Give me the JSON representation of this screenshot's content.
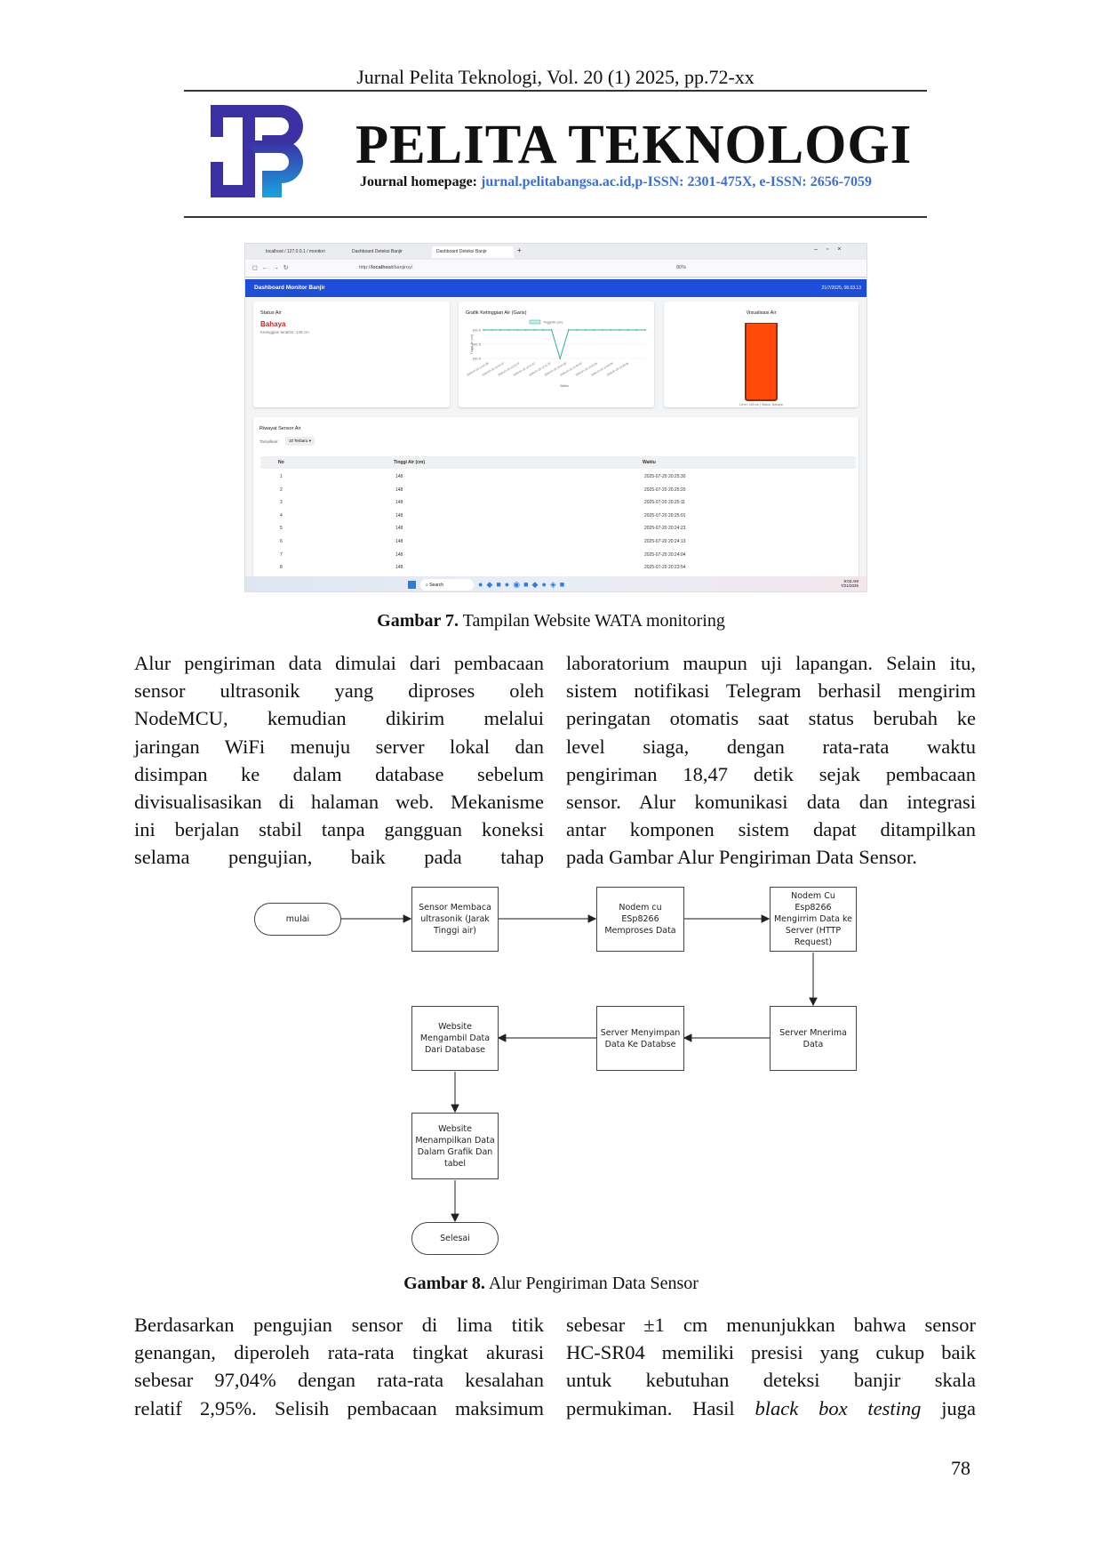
{
  "header": {
    "running_title": "Jurnal Pelita Teknologi, Vol. 20 (1) 2025,  pp.72-xx",
    "journal_name": "PELITA TEKNOLOGI",
    "homepage_label": "Journal homepage: ",
    "homepage_value": "jurnal.pelitabangsa.ac.id,p-ISSN: 2301-475X, e-ISSN: 2656-7059",
    "logo_text": "TB"
  },
  "figure7": {
    "caption_label": "Gambar 7.",
    "caption_text": " Tampilan Website WATA monitoring",
    "browser": {
      "tabs": [
        "localhost / 127.0.0.1 / monitori",
        "Dashboard Deteksi Banjir",
        "Dashboard Deteksi Banjir"
      ],
      "url_prefix": "http://",
      "url_host": "localhost",
      "url_path": "/banjiroy/",
      "zoom": "80%"
    },
    "app": {
      "title": "Dashboard Monitor Banjir",
      "datetime": "21/7/2025, 08.03.13",
      "status_card": {
        "title": "Status Air",
        "status": "Bahaya",
        "detail": "Ketinggian terakhir: 148 cm"
      },
      "chart_card": {
        "title": "Grafik Ketinggian Air (Garis)"
      },
      "visual_card": {
        "title": "Visualisasi Air",
        "caption": "Level: 148 cm | Status: Bahaya"
      },
      "history": {
        "title": "Riwayat Sensor Air",
        "show_label": "Tampilkan:",
        "show_value": "10 Terbaru",
        "headers": [
          "No",
          "Tinggi Air (cm)",
          "Waktu"
        ],
        "rows": [
          [
            "1",
            "148",
            "2025-07-20 20:25:30"
          ],
          [
            "2",
            "148",
            "2025-07-20 20:25:20"
          ],
          [
            "3",
            "148",
            "2025-07-20 20:25:11"
          ],
          [
            "4",
            "148",
            "2025-07-20 20:25:01"
          ],
          [
            "5",
            "148",
            "2025-07-20 20:24:23"
          ],
          [
            "6",
            "148",
            "2025-07-20 20:24:13"
          ],
          [
            "7",
            "148",
            "2025-07-20 20:24:04"
          ],
          [
            "8",
            "148",
            "2025-07-20 20:23:54"
          ]
        ]
      }
    },
    "taskbar": {
      "search": "Search",
      "time": "8:03 AM",
      "date": "7/21/2025"
    }
  },
  "chart_data": {
    "type": "line",
    "title": "Grafik Ketinggian Air (Garis)",
    "legend": "Tinggi Air (cm)",
    "xlabel": "Waktu",
    "ylabel": "Tinggi Air (cm)",
    "yticks": [
      "143.0",
      "142.5",
      "142.0"
    ],
    "ylim": [
      142.0,
      143.0
    ],
    "x": [
      "2025-07-20 10:42:28",
      "2025-07-20 10:42:37",
      "2025-07-20 10:42:47",
      "2025-07-20 10:41:57",
      "2025-07-20 10:41:22",
      "2025-07-20 10:41:02",
      "2025-07-20 10:40:43",
      "2025-07-20 10:40:24",
      "2025-07-20 10:40:05",
      "2025-07-20 10:39:46"
    ],
    "values": [
      143,
      143,
      143,
      143,
      143,
      143,
      143,
      143,
      143,
      142,
      143,
      143,
      143,
      143,
      143,
      143,
      143,
      143,
      143,
      143
    ]
  },
  "body1": {
    "left": [
      "Alur pengiriman data dimulai dari pembacaan",
      "sensor ultrasonik yang diproses oleh",
      "NodeMCU, kemudian dikirim melalui",
      "jaringan WiFi menuju server lokal dan",
      "disimpan ke dalam database sebelum",
      "divisualisasikan di halaman web. Mekanisme",
      "ini berjalan stabil tanpa gangguan koneksi",
      "selama pengujian, baik pada tahap"
    ],
    "right": [
      "laboratorium maupun uji lapangan. Selain itu,",
      "sistem notifikasi Telegram berhasil mengirim",
      "peringatan otomatis saat status berubah ke",
      "level siaga, dengan rata-rata waktu",
      "pengiriman 18,47 detik sejak pembacaan",
      "sensor. Alur komunikasi data dan integrasi",
      "antar komponen sistem dapat ditampilkan",
      "pada Gambar Alur Pengiriman Data Sensor."
    ]
  },
  "figure8": {
    "caption_label": "Gambar 8.",
    "caption_text": " Alur Pengiriman Data Sensor",
    "nodes": {
      "start": "mulai",
      "read": "Sensor Membaca ultrasonik (Jarak Tinggi air)",
      "process": "Nodem cu ESp8266 Memproses Data",
      "send": "Nodem Cu Esp8266 Mengirrim Data ke Server (HTTP Request)",
      "receive": "Server Mnerima Data",
      "store": "Server Menyimpan Data Ke Databse",
      "fetch": "Website Mengambil Data Dari Database",
      "display": "Website Menampilkan Data Dalam Grafik Dan tabel",
      "end": "Selesai"
    }
  },
  "body2": {
    "left": [
      "Berdasarkan pengujian sensor di lima titik",
      "genangan, diperoleh rata-rata tingkat akurasi",
      "sebesar 97,04% dengan rata-rata kesalahan",
      "relatif 2,95%. Selisih pembacaan maksimum"
    ],
    "right_plain": [
      "sebesar ±1 cm menunjukkan bahwa sensor",
      "HC-SR04 memiliki presisi yang cukup baik",
      "untuk kebutuhan deteksi banjir skala"
    ],
    "right_last_prefix": "permukiman. Hasil ",
    "right_last_italic": "black box testing",
    "right_last_suffix": " juga"
  },
  "page_number": "78",
  "colors": {
    "brand_blue": "#1d4ed8",
    "danger": "#c62828",
    "tank": "#ff4a0a",
    "line": "#2bb39a",
    "link": "#3d6fd0"
  }
}
